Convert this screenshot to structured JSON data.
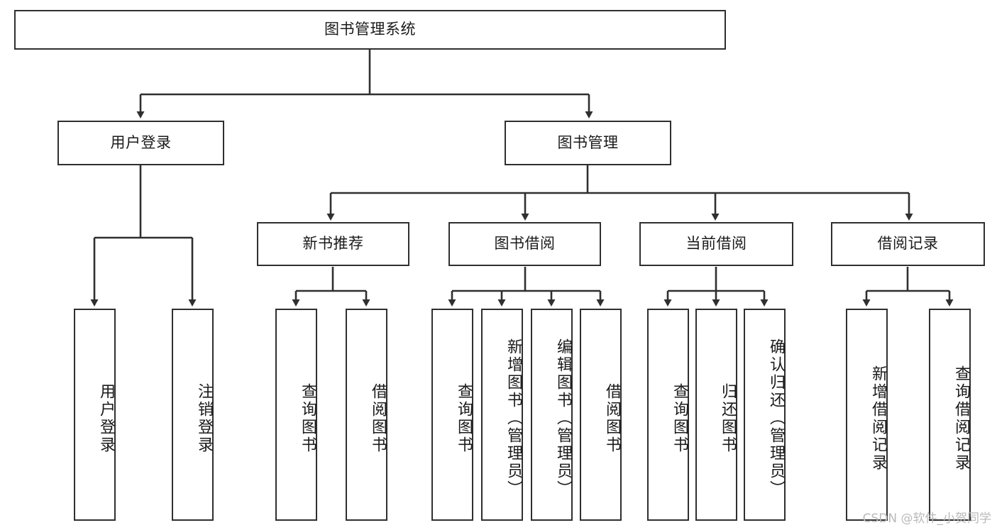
{
  "diagram": {
    "title": "图书管理系统",
    "watermark": "CSDN @软件_小贺同学",
    "colors": {
      "stroke": "#2f2f2f",
      "fill": "#ffffff",
      "text": "#1a1a1a",
      "watermark": "#b9b9b9"
    },
    "root": {
      "label": "图书管理系统"
    },
    "level2": [
      {
        "id": "user-login",
        "label": "用户登录"
      },
      {
        "id": "book-management",
        "label": "图书管理"
      }
    ],
    "level3": [
      {
        "id": "new-book-recommend",
        "label": "新书推荐"
      },
      {
        "id": "book-borrow",
        "label": "图书借阅"
      },
      {
        "id": "current-borrow",
        "label": "当前借阅"
      },
      {
        "id": "borrow-record",
        "label": "借阅记录"
      }
    ],
    "leaves": {
      "user_login": [
        {
          "id": "leaf-user-login",
          "label": "用户登录"
        },
        {
          "id": "leaf-logout-login",
          "label": "注销登录"
        }
      ],
      "new_book_recommend": [
        {
          "id": "leaf-query-book-1",
          "label": "查询图书"
        },
        {
          "id": "leaf-borrow-book-1",
          "label": "借阅图书"
        }
      ],
      "book_borrow": [
        {
          "id": "leaf-query-book-2",
          "label": "查询图书"
        },
        {
          "id": "leaf-add-book",
          "label": "新增图书（管理员）"
        },
        {
          "id": "leaf-edit-book",
          "label": "编辑图书（管理员）"
        },
        {
          "id": "leaf-borrow-book-2",
          "label": "借阅图书"
        }
      ],
      "current_borrow": [
        {
          "id": "leaf-query-book-3",
          "label": "查询图书"
        },
        {
          "id": "leaf-return-book",
          "label": "归还图书"
        },
        {
          "id": "leaf-confirm-return",
          "label": "确认归还（管理员）"
        }
      ],
      "borrow_record": [
        {
          "id": "leaf-add-record",
          "label": "新增借阅记录"
        },
        {
          "id": "leaf-query-record",
          "label": "查询借阅记录"
        }
      ]
    }
  }
}
